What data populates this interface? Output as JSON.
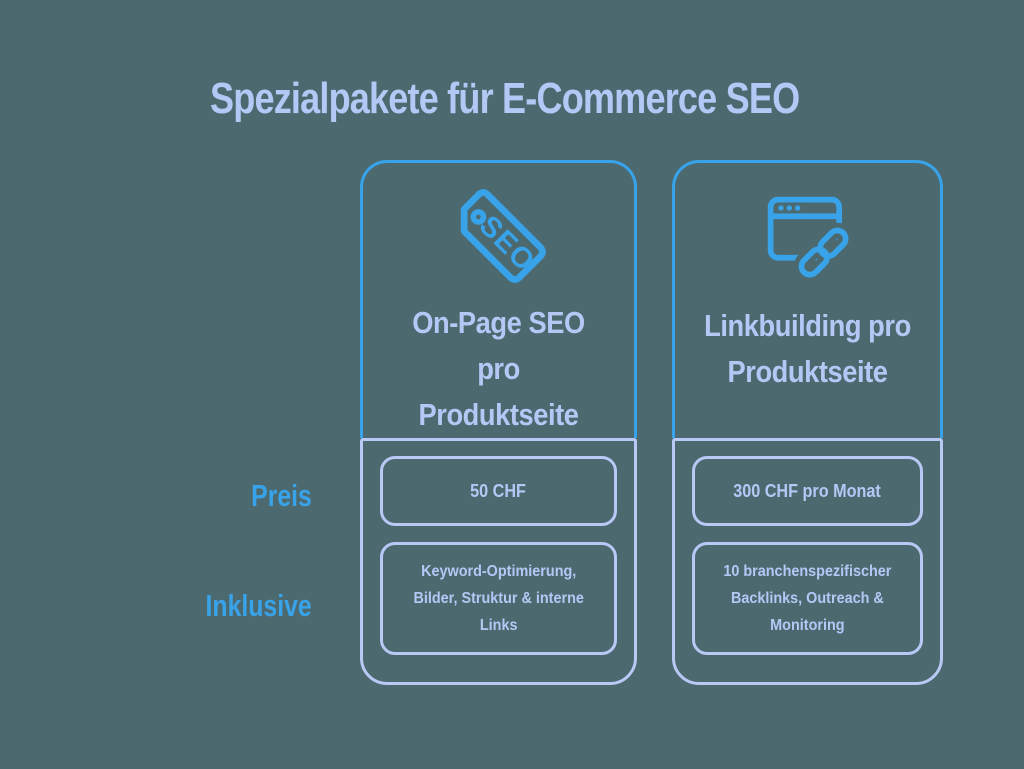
{
  "title": "Spezialpakete für E-Commerce SEO",
  "rows": [
    {
      "label": "Preis"
    },
    {
      "label": "Inklusive"
    }
  ],
  "cards": [
    {
      "name": "On-Page SEO pro Produktseite",
      "icon": "seo-tag-icon",
      "icon_text": "SEO",
      "title": "On-Page SEO\npro\nProduktseite",
      "price": "50 CHF",
      "inclusive": "Keyword-Optimierung,\nBilder, Struktur & interne\nLinks"
    },
    {
      "name": "Linkbuilding pro Produktseite",
      "icon": "browser-link-icon",
      "title": "Linkbuilding pro\nProduktseite",
      "price": "300 CHF pro Monat",
      "inclusive": "10 branchenspezifischer\nBacklinks, Outreach &\nMonitoring"
    }
  ],
  "colors": {
    "background": "#4c6970",
    "accent_blue": "#38a3e8",
    "light_periwinkle": "#b9c8f4"
  }
}
